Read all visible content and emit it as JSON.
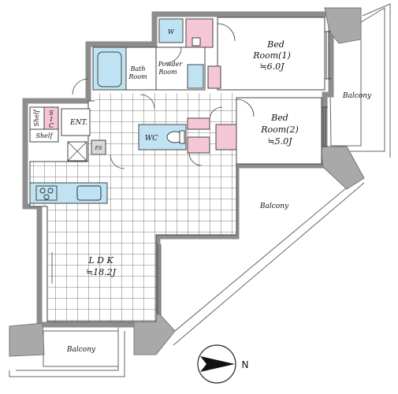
{
  "rooms": {
    "bed1": {
      "line1": "Bed",
      "line2": "Room(1)",
      "area": "≒6.0J"
    },
    "bed2": {
      "line1": "Bed",
      "line2": "Room(2)",
      "area": "≒5.0J"
    },
    "ldk": {
      "name": "L D K",
      "area": "≒18.2J"
    },
    "bath": {
      "line1": "Bath",
      "line2": "Room"
    },
    "powder": {
      "line1": "Powder",
      "line2": "Room"
    },
    "wc": "WC",
    "washer": "W",
    "entrance": "ENT.",
    "sic_s": "S",
    "sic_i": "I",
    "sic_c": "C",
    "shelf_top": "Shelf",
    "shelf_bottom": "Shelf",
    "ps": "P.S"
  },
  "balconies": {
    "east": "Balcony",
    "middle": "Balcony",
    "southwest": "Balcony"
  },
  "compass": {
    "label": "N"
  },
  "colors": {
    "wet_area": "#bfe3f2",
    "storage": "#f5c6d6",
    "wall": "#9a9a9a",
    "floor_grid": "#555555"
  }
}
